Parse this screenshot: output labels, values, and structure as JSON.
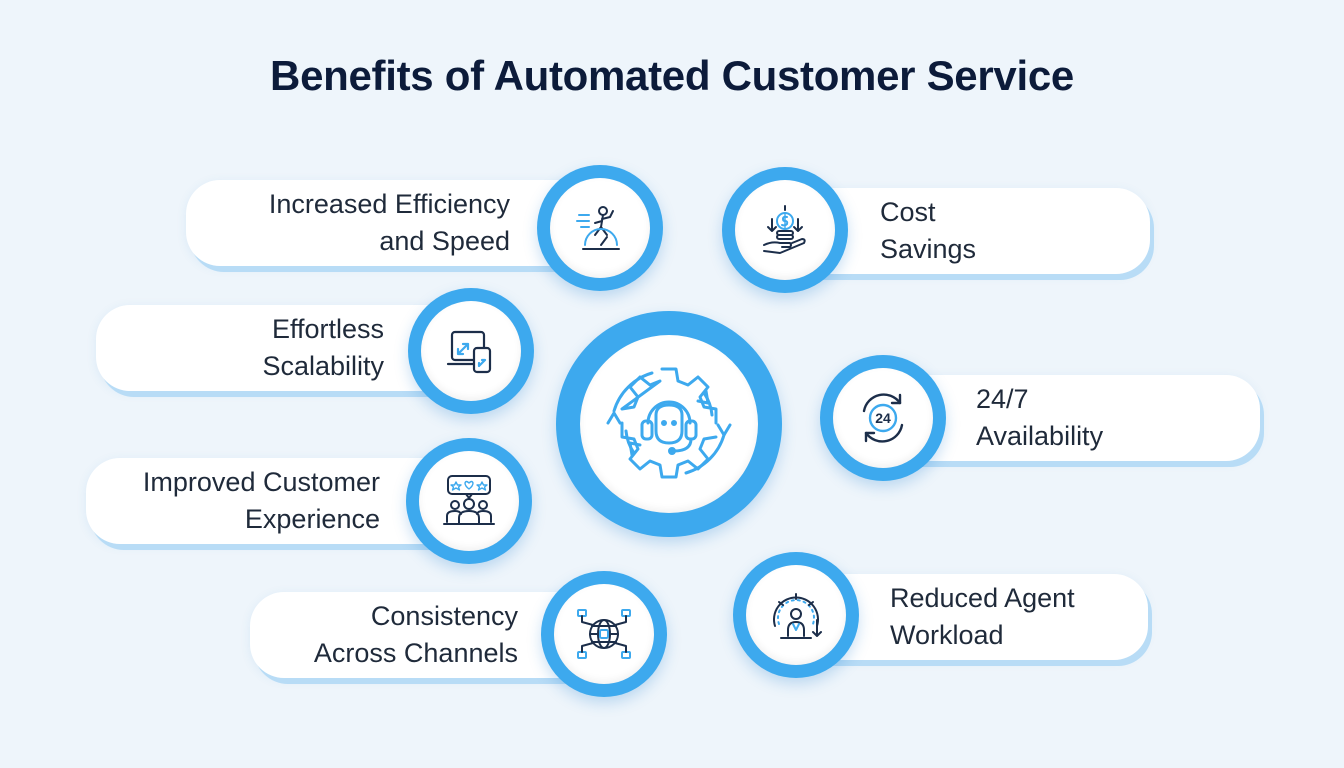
{
  "title": "Benefits of Automated Customer Service",
  "center": {
    "icon": "headset-gear-icon"
  },
  "benefits": [
    {
      "id": "efficiency",
      "line1": "Increased Efficiency",
      "line2": "and Speed",
      "icon": "speed-runner-icon"
    },
    {
      "id": "cost",
      "line1": "Cost",
      "line2": "Savings",
      "icon": "coin-hand-icon"
    },
    {
      "id": "scalability",
      "line1": "Effortless",
      "line2": "Scalability",
      "icon": "scale-devices-icon"
    },
    {
      "id": "availability",
      "line1": "24/7",
      "line2": "Availability",
      "icon": "clock-24-icon"
    },
    {
      "id": "experience",
      "line1": "Improved Customer",
      "line2": "Experience",
      "icon": "customer-rating-icon"
    },
    {
      "id": "consistency",
      "line1": "Consistency",
      "line2": "Across Channels",
      "icon": "globe-channels-icon"
    },
    {
      "id": "workload",
      "line1": "Reduced Agent",
      "line2": "Workload",
      "icon": "agent-workload-icon"
    }
  ],
  "colors": {
    "accent": "#3da9ee",
    "icon_stroke": "#1c2e4a",
    "icon_accent": "#3da9ee",
    "background": "#eef5fb",
    "title": "#0c1b3a"
  }
}
